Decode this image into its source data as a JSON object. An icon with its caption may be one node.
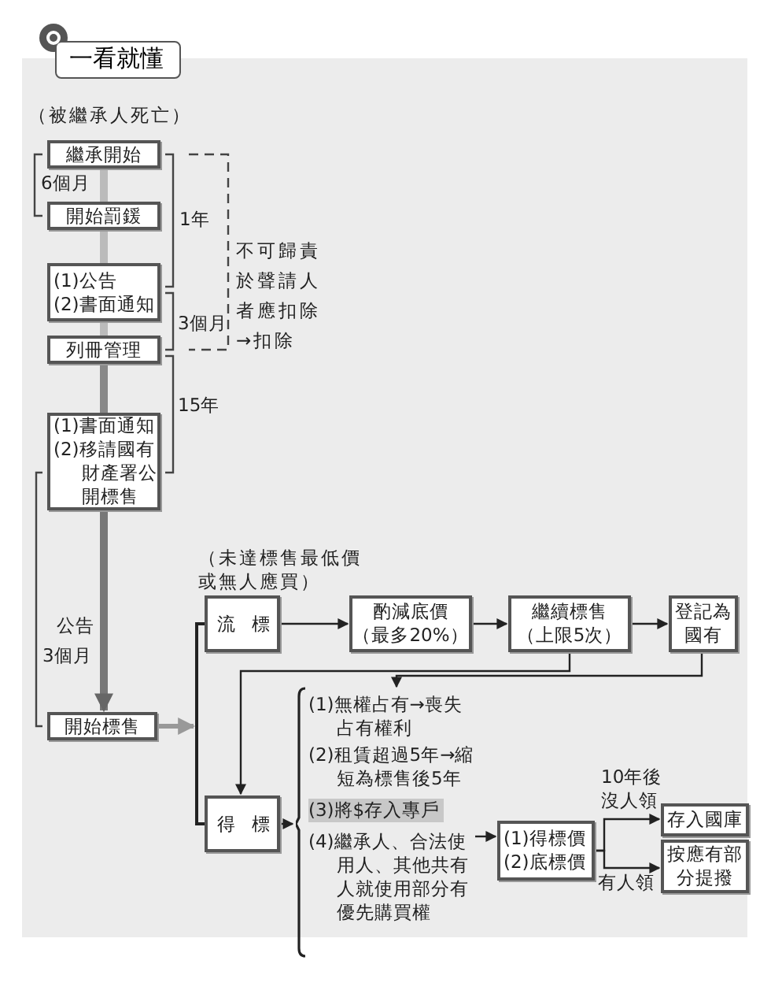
{
  "diagram": {
    "title": "一看就懂",
    "nodes": [
      {
        "text": [
          "繼承開始"
        ],
        "beside": [
          "（被繼承人死亡）"
        ]
      },
      {
        "text": [
          "開始罰鍰"
        ]
      },
      {
        "text": [
          "(1)公告",
          "(2)書面通知"
        ]
      },
      {
        "text": [
          "列冊管理"
        ]
      },
      {
        "text": [
          "(1)書面通知",
          "(2)移請國有財產署公開標售"
        ]
      },
      {
        "text": [
          "開始標售"
        ]
      },
      {
        "text": [
          "流標"
        ],
        "beside": [
          "（未達標售最低價或無人應買）"
        ]
      },
      {
        "text": [
          "酌減底價",
          "（最多20%）"
        ]
      },
      {
        "text": [
          "繼續標售",
          "（上限5次）"
        ]
      },
      {
        "text": [
          "登記為國有"
        ]
      },
      {
        "text": [
          "得標"
        ]
      },
      {
        "text": [
          "(1)無權占有→喪失占有權利",
          "(2)租賃超過5年→縮短為標售後5年",
          "(3)將$存入專戶",
          "(4)繼承人、合法使用人、其他共有人就使用部分有優先購買權"
        ]
      },
      {
        "text": [
          "(1)得標價",
          "(2)底標價"
        ]
      },
      {
        "text": [
          "存入國庫"
        ]
      },
      {
        "text": [
          "按應有部分提撥"
        ]
      },
      {
        "text": [],
        "shape": "bar"
      }
    ],
    "edges": [
      {
        "from": 0,
        "to": 1,
        "arrow": "none",
        "style": "thick",
        "color": "#bbbbbb"
      },
      {
        "from": 1,
        "to": 2,
        "arrow": "none",
        "style": "thick",
        "color": "#bbbbbb"
      },
      {
        "from": 2,
        "to": 3,
        "arrow": "none",
        "style": "thick",
        "color": "#bbbbbb"
      },
      {
        "from": 3,
        "to": 4,
        "arrow": "none",
        "style": "thick",
        "color": "#888888"
      },
      {
        "from": 4,
        "to": 5,
        "arrow": "to",
        "style": "thick",
        "color": "#777777"
      },
      {
        "from": 5,
        "to": 15,
        "arrow": "to",
        "style": "thick",
        "color": "#999999"
      },
      {
        "from": 15,
        "to": 6,
        "arrow": "none"
      },
      {
        "from": 15,
        "to": 10,
        "arrow": "none"
      },
      {
        "from": 6,
        "to": 7,
        "arrow": "to"
      },
      {
        "from": 7,
        "to": 8,
        "arrow": "to"
      },
      {
        "from": 8,
        "to": 9,
        "arrow": "to"
      },
      {
        "from": 8,
        "to": 10,
        "arrow": "to"
      },
      {
        "from": 9,
        "to": 11,
        "arrow": "to"
      },
      {
        "from": 10,
        "to": 11,
        "arrow": "to"
      },
      {
        "from": 11,
        "to": 12,
        "arrow": "to"
      },
      {
        "from": 12,
        "to": 13,
        "label": "10年後沒人領",
        "arrow": "to"
      },
      {
        "from": 12,
        "to": 14,
        "label": "有人領",
        "arrow": "to"
      }
    ],
    "labels": [
      "6個月",
      "1年",
      "不可歸責於聲請人者應扣除→扣除",
      "3個月",
      "15年",
      "公告3個月"
    ]
  }
}
